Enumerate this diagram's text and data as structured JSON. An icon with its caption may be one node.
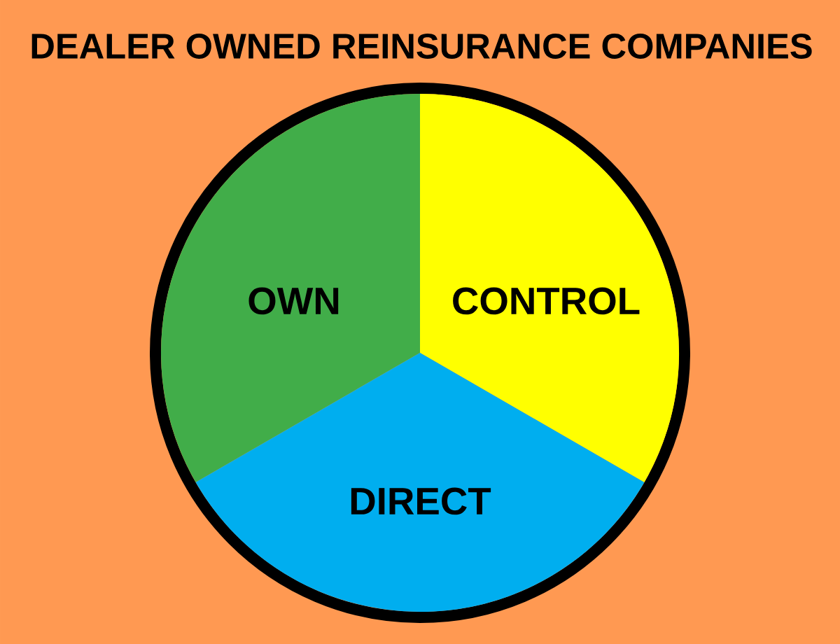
{
  "diagram": {
    "title": "DEALER OWNED REINSURANCE COMPANIES",
    "nodes": [
      {
        "text": [],
        "shape": "circle"
      },
      {
        "text": [
          "OWN"
        ],
        "in": 0
      },
      {
        "text": [
          "CONTROL"
        ],
        "in": 0
      },
      {
        "text": [
          "DIRECT"
        ],
        "in": 0
      }
    ]
  }
}
